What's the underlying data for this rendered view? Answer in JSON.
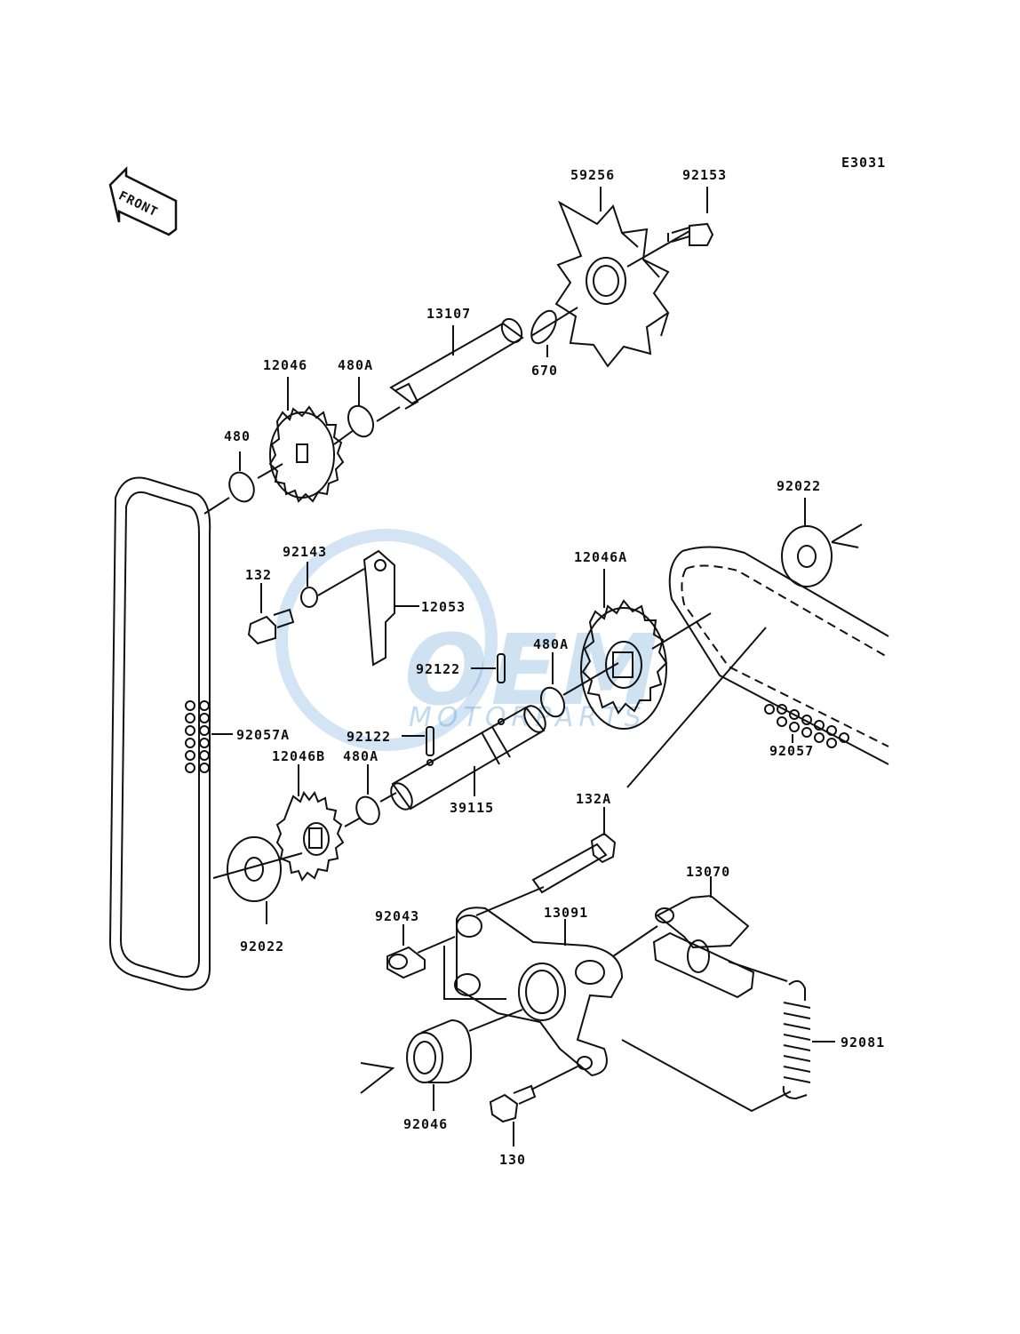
{
  "diagram_code": "E3031",
  "front_label": "FRONT",
  "watermark": {
    "brand": "OEM",
    "sub": "MOTORPARTS"
  },
  "parts": {
    "p59256": "59256",
    "p92153": "92153",
    "p13107": "13107",
    "p670": "670",
    "p12046": "12046",
    "p480A_top": "480A",
    "p480": "480",
    "p92022_right": "92022",
    "p92143": "92143",
    "p132": "132",
    "p12053": "12053",
    "p12046A": "12046A",
    "p480A_mid": "480A",
    "p92122_upper": "92122",
    "p92122_lower": "92122",
    "p92057A": "92057A",
    "p92057": "92057",
    "p12046B": "12046B",
    "p480A_low": "480A",
    "p39115": "39115",
    "p132A": "132A",
    "p92022_left": "92022",
    "p13070": "13070",
    "p92043": "92043",
    "p13091": "13091",
    "p92081": "92081",
    "p92046": "92046",
    "p130": "130"
  }
}
